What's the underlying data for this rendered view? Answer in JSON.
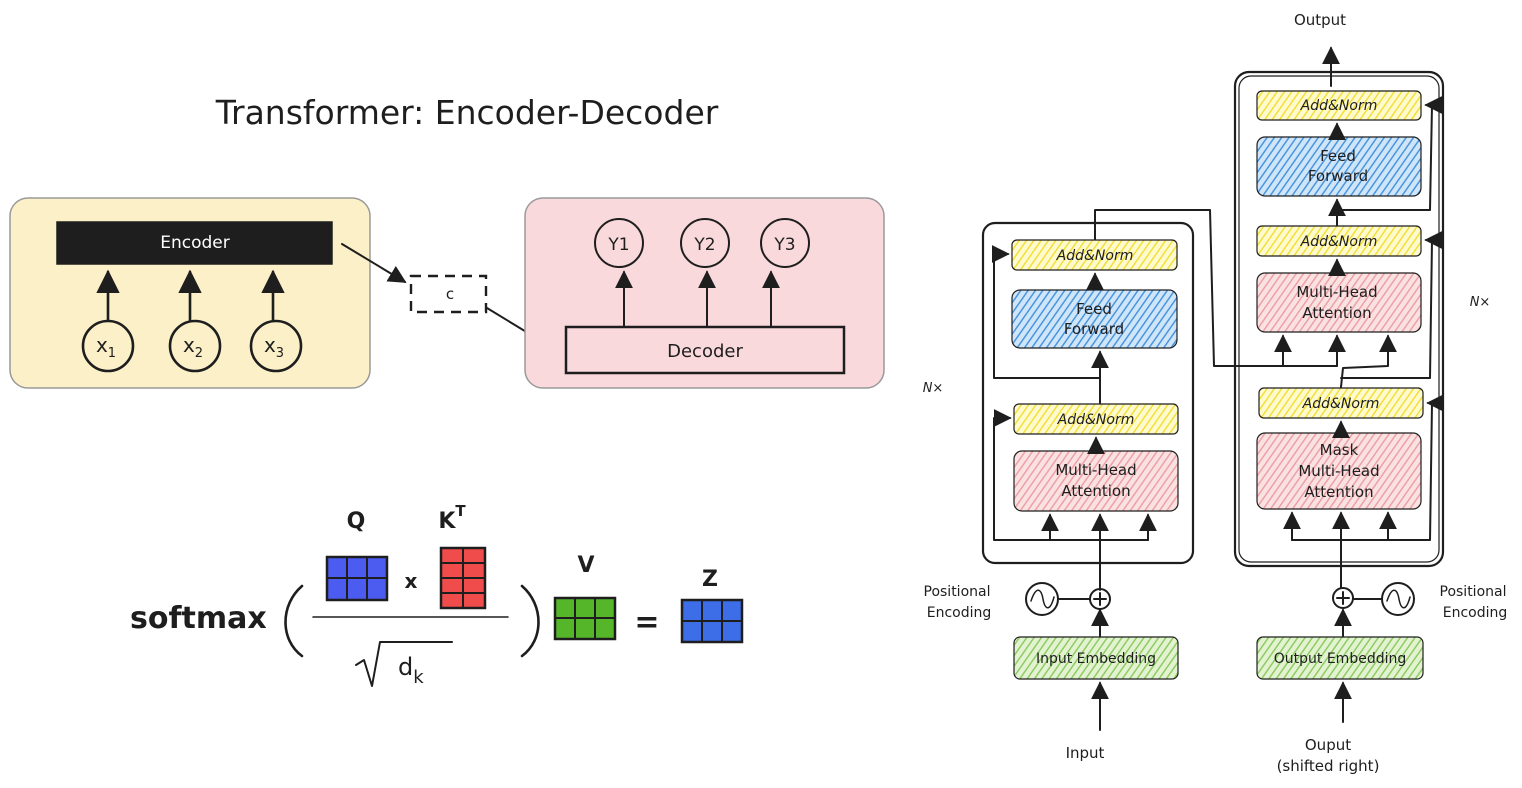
{
  "title": "Transformer: Encoder-Decoder",
  "simple": {
    "encoder_label": "Encoder",
    "inputs": [
      "x",
      "x",
      "x"
    ],
    "input_subscripts": [
      "1",
      "2",
      "3"
    ],
    "context_label": "c",
    "decoder_label": "Decoder",
    "outputs": [
      "Y1",
      "Y2",
      "Y3"
    ]
  },
  "formula": {
    "softmax": "softmax",
    "q_label": "Q",
    "k_label": "K",
    "k_sup": "T",
    "times": "x",
    "v_label": "V",
    "z_label": "Z",
    "equals": "=",
    "d_label": "d",
    "d_sub": "k",
    "colors": {
      "q": "#4c5cf0",
      "k": "#f04c4c",
      "v": "#55b62a",
      "z": "#3d6ee8"
    }
  },
  "architecture": {
    "encoder": {
      "nx_label": "N×",
      "add_norm_top": "Add&Norm",
      "feed_forward": [
        "Feed",
        "Forward"
      ],
      "add_norm_bottom": "Add&Norm",
      "attention": [
        "Multi-Head",
        "Attention"
      ],
      "positional": [
        "Positional",
        "Encoding"
      ],
      "embedding": "Input Embedding",
      "input": "Input"
    },
    "decoder": {
      "nx_label": "N×",
      "output_top": "Output",
      "add_norm_top": "Add&Norm",
      "feed_forward": [
        "Feed",
        "Forward"
      ],
      "add_norm_mid": "Add&Norm",
      "cross_attention": [
        "Multi-Head",
        "Attention"
      ],
      "add_norm_bottom": "Add&Norm",
      "mask_attention": [
        "Mask",
        "Multi-Head",
        "Attention"
      ],
      "positional": [
        "Positional",
        "Encoding"
      ],
      "embedding": "Output Embedding",
      "output": [
        "Ouput",
        "(shifted right)"
      ]
    },
    "colors": {
      "add_norm": "#fff59d",
      "feed_forward": "#90c4f0",
      "attention": "#f7c4c4",
      "embedding": "#c5e6a6",
      "encoder_panel": "#fbf0c8",
      "decoder_panel": "#f9d9db"
    }
  }
}
